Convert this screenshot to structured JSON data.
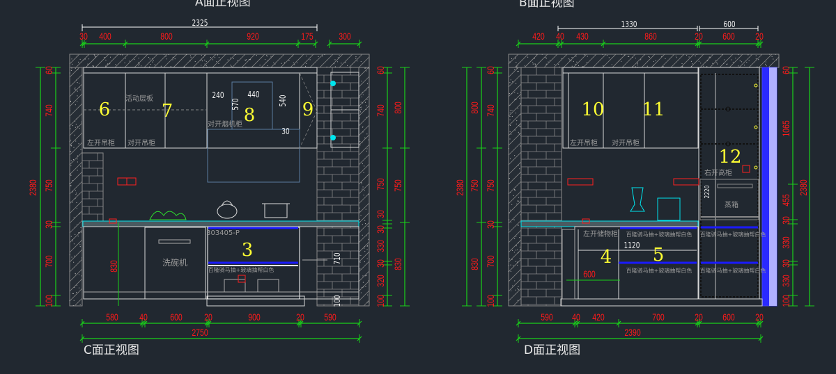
{
  "titles": {
    "a": "A面正视图",
    "b": "B面正视图",
    "c": "C面正视图",
    "d": "D面正视图"
  },
  "a_view": {
    "overall_top": "2325",
    "top_dims": [
      "30",
      "400",
      "800",
      "920",
      "175",
      "300"
    ],
    "left_overall": "2380",
    "left_dims": [
      "60",
      "740",
      "750",
      "30",
      "700",
      "100"
    ],
    "right_dims": [
      "60",
      "740",
      "750",
      "30",
      "30",
      "330",
      "30",
      "320",
      "100"
    ],
    "right_outer_dims": [
      "800",
      "750",
      "830"
    ],
    "inner_dims": {
      "w1": "240",
      "w2": "440",
      "h1": "570",
      "h2": "540",
      "h3": "30"
    },
    "cabinet_numbers": [
      "6",
      "7",
      "8",
      "9"
    ],
    "labels": {
      "shelf": "活动层板",
      "left_wall": "左开吊柜",
      "double_wall": "对开吊柜",
      "hood": "对开烟机柜"
    }
  },
  "c_view": {
    "bottom_dims": [
      "580",
      "40",
      "600",
      "20",
      "900",
      "20",
      "590"
    ],
    "overall_bottom": "2750",
    "cabinet_number": "3",
    "labels": {
      "dishwasher": "洗碗机",
      "model": "303405-P",
      "drawer": "百隆骑马抽+玻璃抽帮白色"
    },
    "inner_dims": {
      "height": "830",
      "h710": "710",
      "h100": "100"
    }
  },
  "b_view": {
    "overall_top": [
      "1330",
      "600"
    ],
    "top_dims": [
      "420",
      "40",
      "430",
      "860",
      "20",
      "600",
      "20"
    ],
    "cabinet_numbers": [
      "10",
      "11",
      "12"
    ],
    "labels": {
      "left_wall": "左开吊柜",
      "double_wall": "对开吊柜",
      "tall": "右开高柜",
      "steamer": "蒸箱"
    },
    "inner_dims": {
      "h2220": "2220"
    }
  },
  "d_view": {
    "bottom_dims": [
      "590",
      "40",
      "420",
      "700",
      "20",
      "600",
      "20"
    ],
    "overall_bottom": "2390",
    "left_overall": "2380",
    "left_outer_dims": [
      "800",
      "750",
      "830"
    ],
    "left_dims": [
      "60",
      "740",
      "750",
      "30",
      "700",
      "100"
    ],
    "right_dims": [
      "60",
      "1065",
      "455",
      "30",
      "330",
      "30",
      "330",
      "100"
    ],
    "right_overall": "2380",
    "cabinet_numbers": [
      "4",
      "5"
    ],
    "labels": {
      "storage": "左开储物柜",
      "drawer": "百隆骑马抽+玻璃抽帮白色"
    },
    "inner_dims": {
      "w1120": "1120",
      "w600": "600"
    }
  },
  "colors": {
    "background": "#212830",
    "dimension_line": "#19d119",
    "dimension_text": "#ff1a1a",
    "cabinet_number": "#ffff33",
    "outline": "#d8d8d8",
    "accent_cyan": "#00e5ee",
    "led_blue": "#1a1aff"
  }
}
